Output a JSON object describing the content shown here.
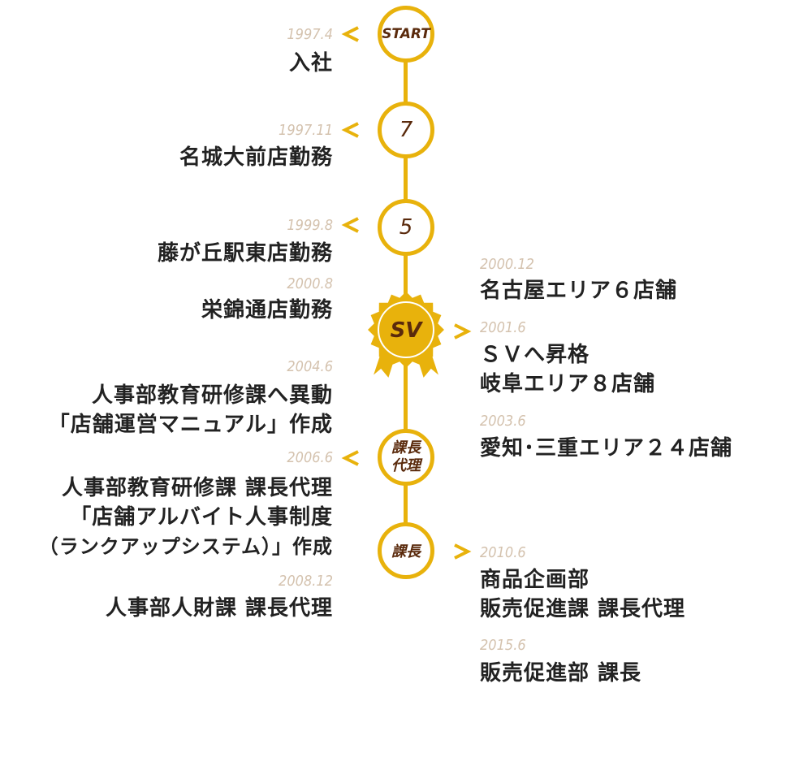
{
  "colors": {
    "accent": "#e8b20c",
    "node_text": "#5a2a0c",
    "date": "#d4c2ae",
    "text": "#222222"
  },
  "nodes": {
    "start": "START",
    "n1": "7",
    "n2": "5",
    "sv": "SV",
    "kacho_dairi": {
      "line1": "課長",
      "line2": "代理"
    },
    "kacho": "課長"
  },
  "left": [
    {
      "date": "1997.4",
      "lines": [
        "入社"
      ]
    },
    {
      "date": "1997.11",
      "lines": [
        "名城大前店勤務"
      ]
    },
    {
      "date": "1999.8",
      "lines": [
        "藤が丘駅東店勤務"
      ]
    },
    {
      "date": "2000.8",
      "lines": [
        "栄錦通店勤務"
      ]
    },
    {
      "date": "2004.6",
      "lines": [
        "人事部教育研修課へ異動",
        "「店舗運営マニュアル」作成"
      ]
    },
    {
      "date": "2006.6",
      "lines": [
        "人事部教育研修課 課長代理",
        "「店舗アルバイト人事制度",
        "（ランクアップシステム）」作成"
      ]
    },
    {
      "date": "2008.12",
      "lines": [
        "人事部人財課 課長代理"
      ]
    }
  ],
  "right": [
    {
      "date": "2000.12",
      "lines": [
        "名古屋エリア６店舗"
      ]
    },
    {
      "date": "2001.6",
      "lines": [
        "ＳＶへ昇格",
        "岐阜エリア８店舗"
      ]
    },
    {
      "date": "2003.6",
      "lines": [
        "愛知･三重エリア２４店舗"
      ]
    },
    {
      "date": "2010.6",
      "lines": [
        "商品企画部",
        "販売促進課 課長代理"
      ]
    },
    {
      "date": "2015.6",
      "lines": [
        "販売促進部 課長"
      ]
    }
  ]
}
